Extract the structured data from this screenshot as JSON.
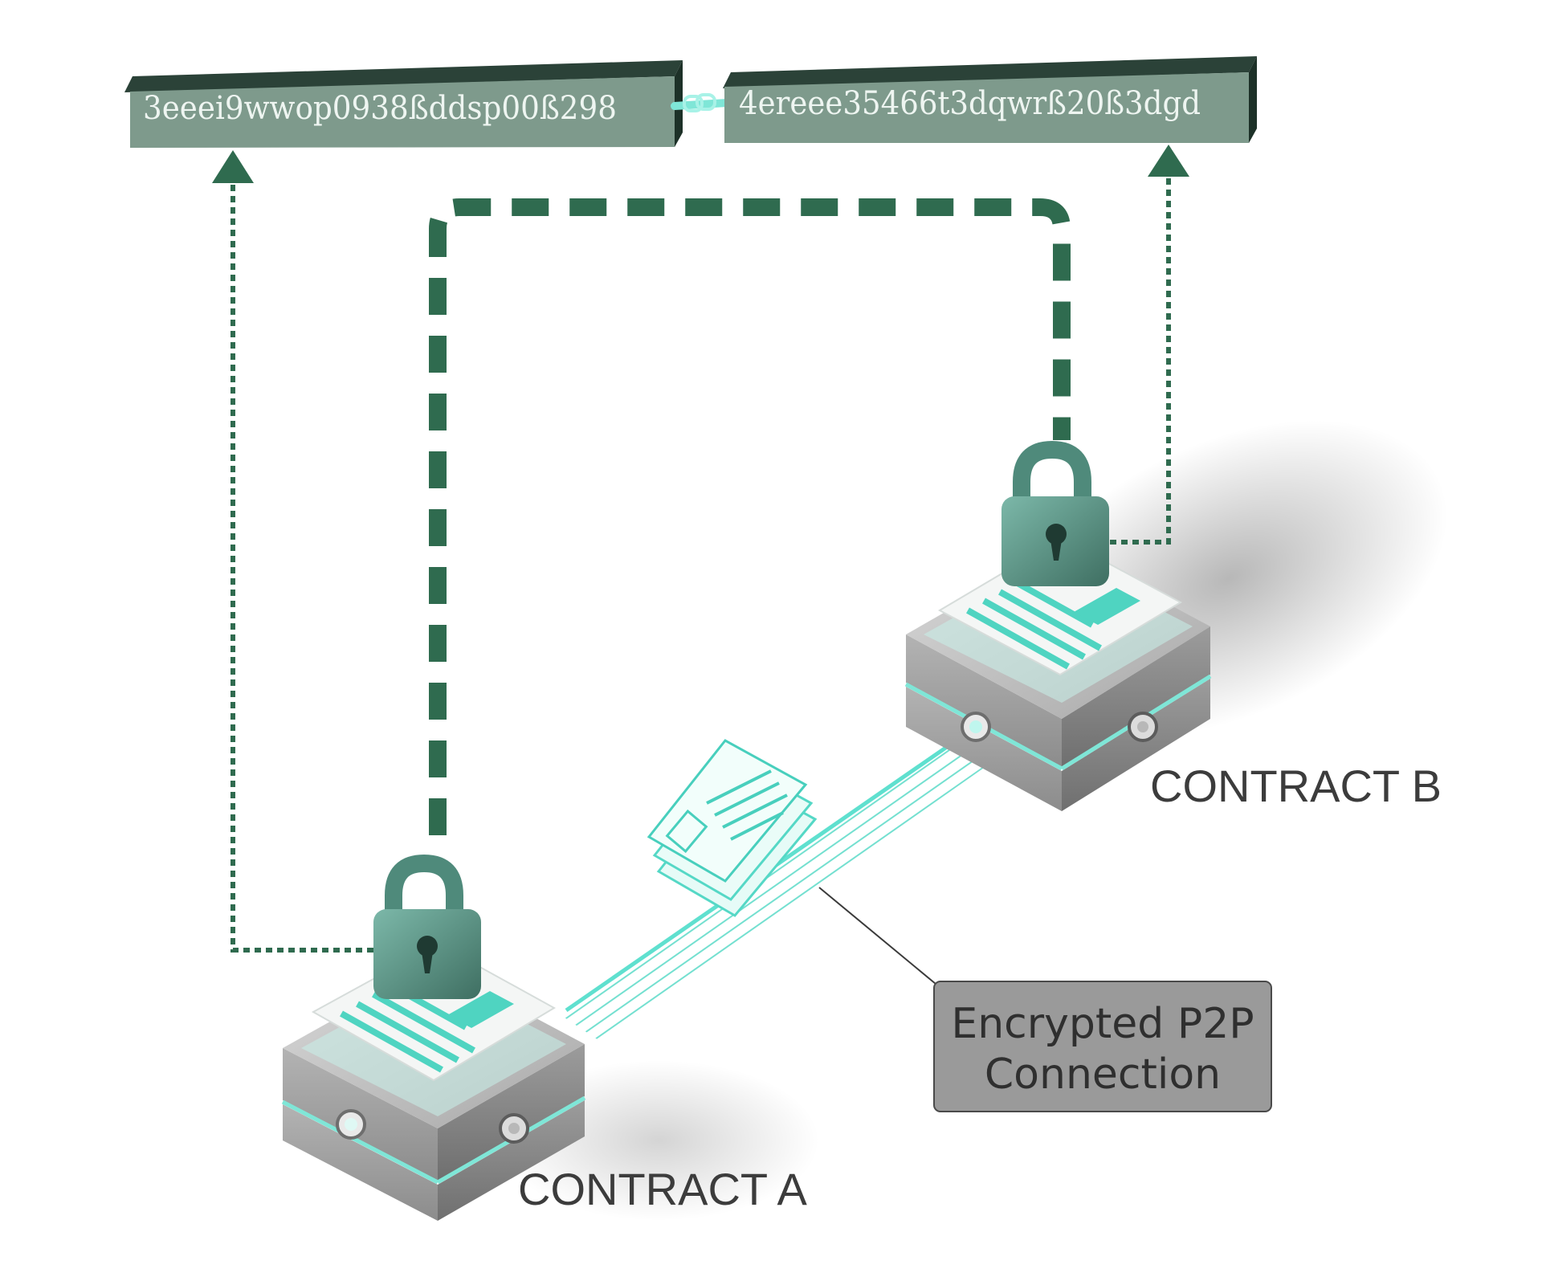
{
  "hash_blocks": {
    "left": "3eeei9wwop0938ßddsp00ß298",
    "right": "4ereee35466t3dqwrß20ß3dgd"
  },
  "contracts": {
    "a": "CONTRACT A",
    "b": "CONTRACT B"
  },
  "connection_callout": {
    "line1": "Encrypted P2P",
    "line2": "Connection"
  },
  "colors": {
    "dark_green": "#2f6b4f",
    "block_face": "#7e9a8c",
    "block_dark": "#1d3128",
    "teal": "#5fe0cf",
    "node_grey": "#9a9a9a",
    "lock": "#6aa496"
  },
  "icons": {
    "lock": "padlock-icon",
    "document": "document-icon",
    "chain_link": "chain-link-icon"
  }
}
